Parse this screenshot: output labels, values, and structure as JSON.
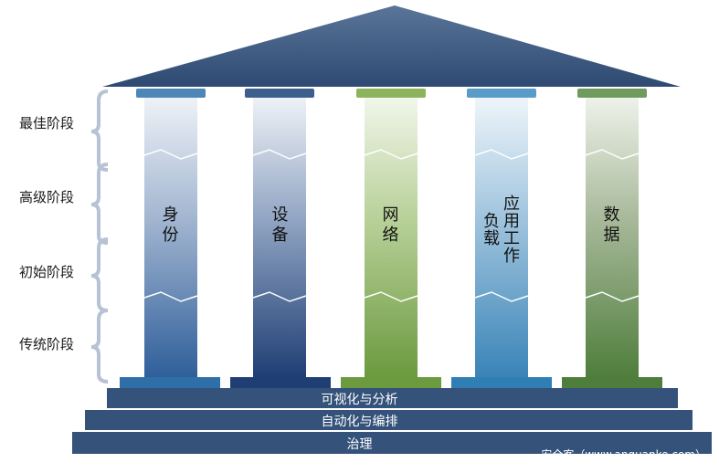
{
  "stages": [
    "最佳阶段",
    "高级阶段",
    "初始阶段",
    "传统阶段"
  ],
  "pillars": [
    "身份",
    "设备",
    "网络",
    "应用工作负载",
    "数据"
  ],
  "steps": [
    "可视化与分析",
    "自动化与编排",
    "治理"
  ],
  "watermark": "安全客（www.anquanke.com）",
  "colors": {
    "roof": "#3d5a80",
    "blue_pillar": "#2f5f9a",
    "navy_pillar": "#1f3e74",
    "green_pillar": "#6b9a3f",
    "teal_pillar": "#3a84b8",
    "olive_pillar": "#4f7e3c",
    "steps": "#34527a",
    "brace": "#b7c2d4"
  }
}
